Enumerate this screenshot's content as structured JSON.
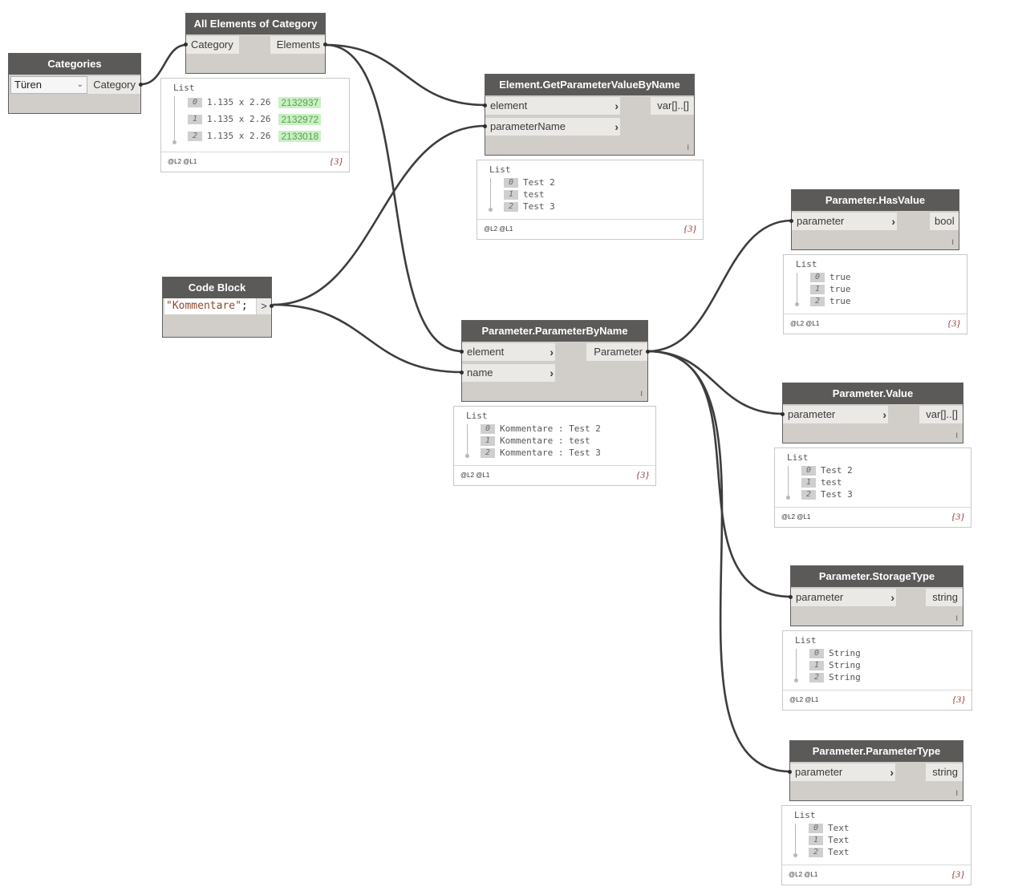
{
  "nodes": {
    "categories": {
      "title": "Categories",
      "dropdown_value": "Türen",
      "output": "Category"
    },
    "all_elements": {
      "title": "All Elements of Category",
      "input": "Category",
      "output": "Elements"
    },
    "code_block": {
      "title": "Code Block",
      "code_string": "\"Kommentare\"",
      "code_semi": ";",
      "output": ">"
    },
    "get_param_value": {
      "title": "Element.GetParameterValueByName",
      "inputs": [
        "element",
        "parameterName"
      ],
      "output": "var[]..[]",
      "lacing": "I"
    },
    "param_by_name": {
      "title": "Parameter.ParameterByName",
      "inputs": [
        "element",
        "name"
      ],
      "output": "Parameter",
      "lacing": "I"
    },
    "has_value": {
      "title": "Parameter.HasValue",
      "input": "parameter",
      "output": "bool",
      "lacing": "I"
    },
    "value": {
      "title": "Parameter.Value",
      "input": "parameter",
      "output": "var[]..[]",
      "lacing": "I"
    },
    "storage_type": {
      "title": "Parameter.StorageType",
      "input": "parameter",
      "output": "string",
      "lacing": "I"
    },
    "parameter_type": {
      "title": "Parameter.ParameterType",
      "input": "parameter",
      "output": "string",
      "lacing": "I"
    }
  },
  "previews": {
    "all_elements": {
      "title": "List",
      "items": [
        {
          "index": "0",
          "text": "1.135 x 2.26",
          "id": "2132937"
        },
        {
          "index": "1",
          "text": "1.135 x 2.26",
          "id": "2132972"
        },
        {
          "index": "2",
          "text": "1.135 x 2.26",
          "id": "2133018"
        }
      ],
      "lacing": "@L2 @L1",
      "count": "{3}"
    },
    "get_param_value": {
      "title": "List",
      "items": [
        {
          "index": "0",
          "text": "Test 2"
        },
        {
          "index": "1",
          "text": "test"
        },
        {
          "index": "2",
          "text": "Test 3"
        }
      ],
      "lacing": "@L2 @L1",
      "count": "{3}"
    },
    "param_by_name": {
      "title": "List",
      "items": [
        {
          "index": "0",
          "text": "Kommentare : Test 2"
        },
        {
          "index": "1",
          "text": "Kommentare : test"
        },
        {
          "index": "2",
          "text": "Kommentare : Test 3"
        }
      ],
      "lacing": "@L2 @L1",
      "count": "{3}"
    },
    "has_value": {
      "title": "List",
      "items": [
        {
          "index": "0",
          "text": "true"
        },
        {
          "index": "1",
          "text": "true"
        },
        {
          "index": "2",
          "text": "true"
        }
      ],
      "lacing": "@L2 @L1",
      "count": "{3}"
    },
    "value": {
      "title": "List",
      "items": [
        {
          "index": "0",
          "text": "Test 2"
        },
        {
          "index": "1",
          "text": "test"
        },
        {
          "index": "2",
          "text": "Test 3"
        }
      ],
      "lacing": "@L2 @L1",
      "count": "{3}"
    },
    "storage_type": {
      "title": "List",
      "items": [
        {
          "index": "0",
          "text": "String"
        },
        {
          "index": "1",
          "text": "String"
        },
        {
          "index": "2",
          "text": "String"
        }
      ],
      "lacing": "@L2 @L1",
      "count": "{3}"
    },
    "parameter_type": {
      "title": "List",
      "items": [
        {
          "index": "0",
          "text": "Text"
        },
        {
          "index": "1",
          "text": "Text"
        },
        {
          "index": "2",
          "text": "Text"
        }
      ],
      "lacing": "@L2 @L1",
      "count": "{3}"
    }
  }
}
